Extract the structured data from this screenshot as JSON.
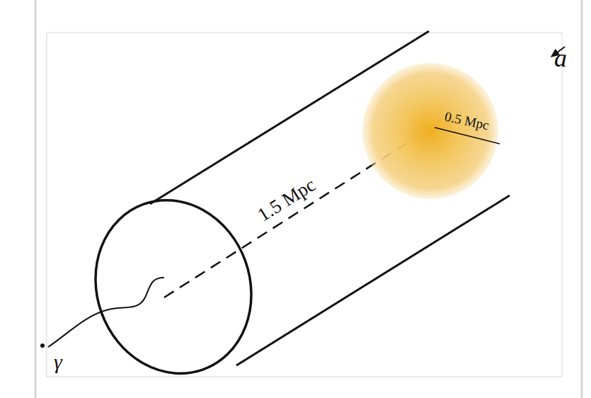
{
  "diagram": {
    "labels": [
      "1.5 Mpc",
      "0.5 Mpc",
      "a",
      "γ"
    ]
  }
}
